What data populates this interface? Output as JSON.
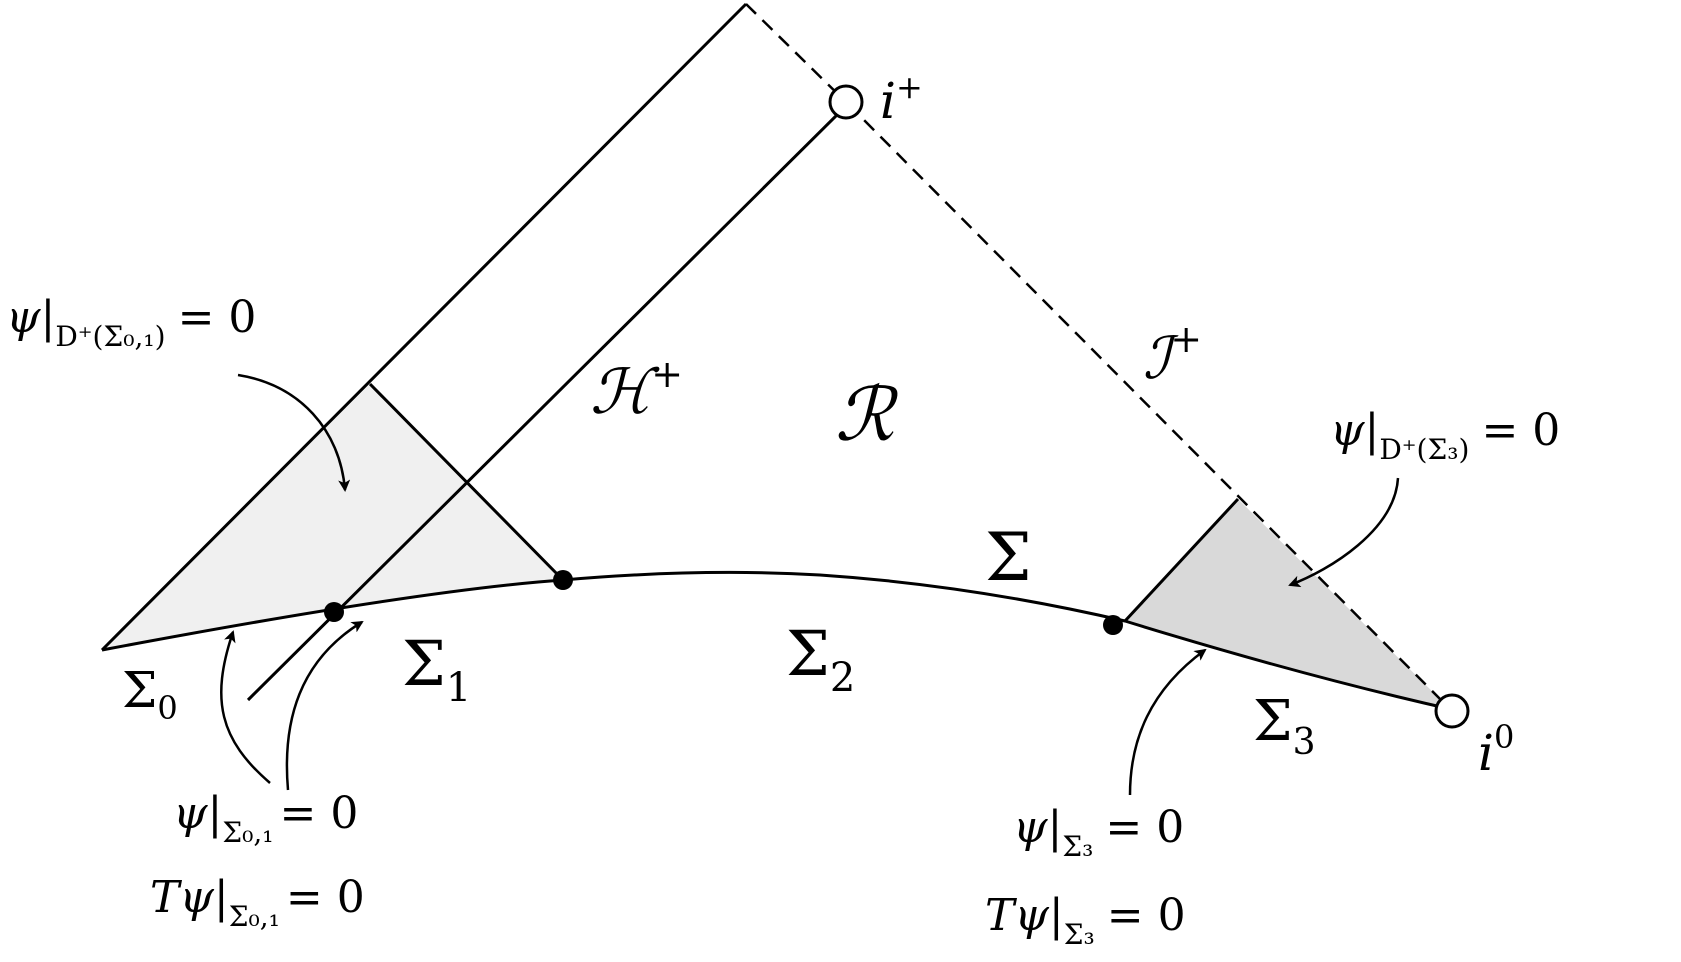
{
  "colors": {
    "ink": "#000000",
    "shade_light": "#f0f0f0",
    "shade_dark": "#d9d9d9",
    "background": "#ffffff"
  },
  "labels": {
    "i_plus": {
      "base": "i",
      "sup": "+"
    },
    "i_zero": {
      "base": "i",
      "sup": "0"
    },
    "horizon": {
      "base": "ℋ",
      "sup": "+"
    },
    "scri": {
      "base": "ℐ",
      "sup": "+"
    },
    "region": "ℛ",
    "sigma": "Σ",
    "sigma0": {
      "base": "Σ",
      "sub": "0"
    },
    "sigma1": {
      "base": "Σ",
      "sub": "1"
    },
    "sigma2": {
      "base": "Σ",
      "sub": "2"
    },
    "sigma3": {
      "base": "Σ",
      "sub": "3"
    }
  },
  "conditions": {
    "d_plus_01": {
      "lhs": "ψ|",
      "sub": "D⁺(Σ₀,₁)",
      "rhs": "= 0"
    },
    "d_plus_3": {
      "lhs": "ψ|",
      "sub": "D⁺(Σ₃)",
      "rhs": "= 0"
    },
    "psi_01": {
      "lhs": "ψ|",
      "sub": "Σ₀,₁",
      "rhs": "= 0"
    },
    "tpsi_01": {
      "lhs": "Tψ|",
      "sub": "Σ₀,₁",
      "rhs": "= 0"
    },
    "psi_3": {
      "lhs": "ψ|",
      "sub": "Σ₃",
      "rhs": "= 0"
    },
    "tpsi_3": {
      "lhs": "Tψ|",
      "sub": "Σ₃",
      "rhs": "= 0"
    }
  }
}
